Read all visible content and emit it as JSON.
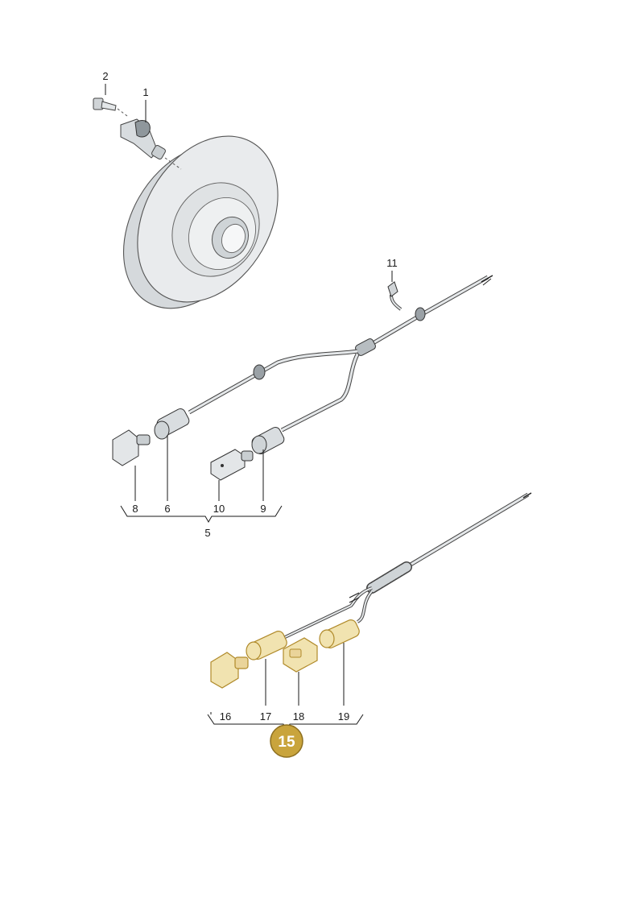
{
  "diagram": {
    "callouts": {
      "c1": "1",
      "c2": "2",
      "c5": "5",
      "c6": "6",
      "c8": "8",
      "c9": "9",
      "c10": "10",
      "c11": "11",
      "c15": "15",
      "c16": "16",
      "c17": "17",
      "c18": "18",
      "c19": "19"
    },
    "highlight_color": "#c9a43c",
    "highlight_fill": "#f1e3b0",
    "line_color": "#1a1a1a",
    "part_fill": "#e6e8ea",
    "part_shadow": "#c4c9cd"
  }
}
